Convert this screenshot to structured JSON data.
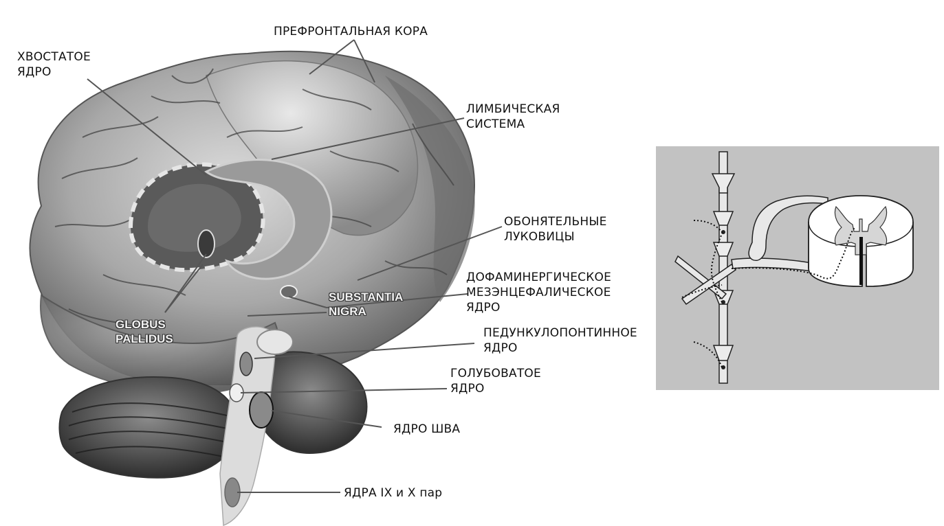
{
  "labels": {
    "prefrontal_cortex": "ПРЕФРОНТАЛЬНАЯ КОРА",
    "caudate_nucleus": "ХВОСТАТОЕ\nЯДРО",
    "limbic_system": "ЛИМБИЧЕСКАЯ\nСИСТЕМА",
    "olfactory_bulbs": "ОБОНЯТЕЛЬНЫЕ\nЛУКОВИЦЫ",
    "dopaminergic_nucleus": "ДОФАМИНЕРГИЧЕСКОЕ\nМЕЗЭНЦЕФАЛИЧЕСКОЕ\nЯДРО",
    "pedunculopontine_nucleus": "ПЕДУНКУЛОПОНТИННОЕ\nЯДРО",
    "locus_coeruleus": "ГОЛУБОВАТОЕ\nЯДРО",
    "raphe_nucleus": "ЯДРО ШВА",
    "nuclei_ix_x": "ЯДРА IX и X пар",
    "substantia_nigra": "SUBSTANTIA\nNIGRA",
    "globus_pallidus": "GLOBUS\nPALLIDUS"
  },
  "colors": {
    "panel_background": "#c2c2c2",
    "leader_line": "#555555",
    "brain_mid": "#9a9a9a",
    "brain_dark": "#4a4a4a"
  }
}
